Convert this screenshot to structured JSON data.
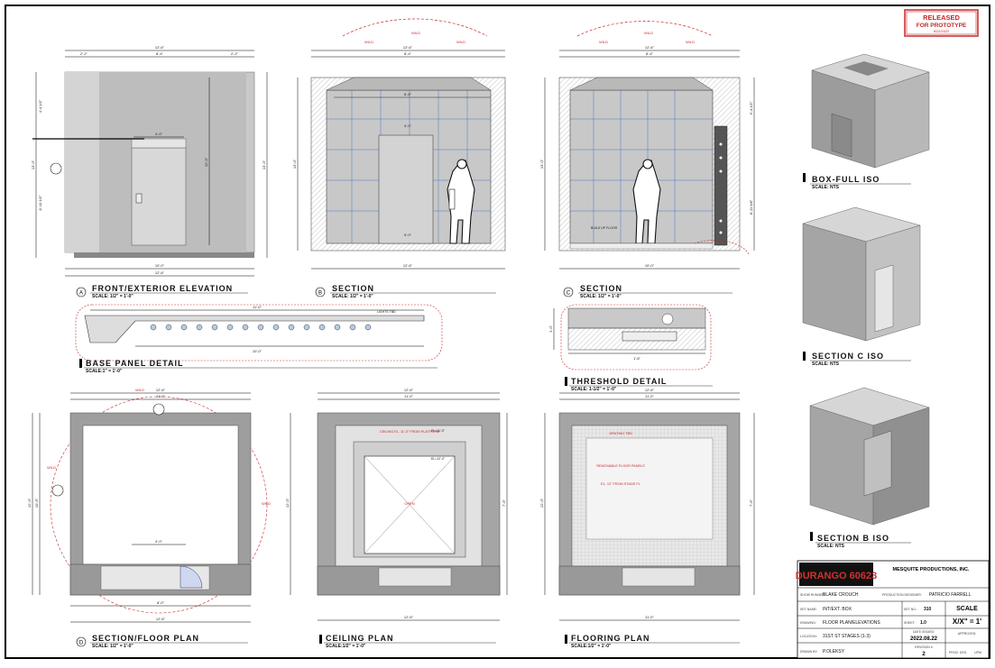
{
  "stamp": {
    "line1": "RELEASED",
    "line2": "FOR PROTOTYPE",
    "date": "8/22/2022"
  },
  "views": {
    "a": {
      "letter": "A",
      "title": "FRONT/EXTERIOR ELEVATION",
      "scale": "SCALE:  1/2\" = 1'-0\""
    },
    "b": {
      "letter": "B",
      "title": "SECTION",
      "scale": "SCALE:  1/2\" = 1'-0\""
    },
    "c": {
      "letter": "C",
      "title": "SECTION",
      "scale": "SCALE:  1/2\" = 1'-0\""
    },
    "base": {
      "title": "BASE PANEL DETAIL",
      "scale": "SCALE:1\" = 1'-0\""
    },
    "threshold": {
      "title": "THRESHOLD DETAIL",
      "scale": "SCALE:  1-1/2\" = 1'-0\""
    },
    "d": {
      "letter": "D",
      "title": "SECTION/FLOOR PLAN",
      "scale": "SCALE:  1/2\" = 1'-0\""
    },
    "ceiling": {
      "title": "CEILING PLAN",
      "scale": "SCALE:1/2\" = 1'-0\""
    },
    "flooring": {
      "title": "FLOORING PLAN",
      "scale": "SCALE:1/2\" = 1'-0\""
    },
    "iso_full": {
      "title": "BOX-FULL ISO",
      "scale": "SCALE:  NTS"
    },
    "iso_c": {
      "title": "SECTION C ISO",
      "scale": "SCALE:  NTS"
    },
    "iso_b": {
      "title": "SECTION B ISO",
      "scale": "SCALE:  NTS"
    }
  },
  "dims": {
    "w12_6": "12'-6\"",
    "w8_4": "8'-4\"",
    "w2_2": "2'-2\"",
    "w7_4": "7'-4\"",
    "w11_0": "11'-0\"",
    "w10_0": "10'-0\"",
    "w4_0": "4'-0\"",
    "w3_6": "3'-6\"",
    "w2_0": "2'-0\"",
    "w1_6": "1'-6\"",
    "w6_6": "6'-6\"",
    "w8_0": "8'-0\"",
    "w1_0": "1'-0\"",
    "w9_0": "9'-0\"",
    "h13_0": "13'-0\"",
    "h12_0": "12'-0\"",
    "h10_6": "10'-6\"",
    "h7_6": "7'-6\"",
    "h4_4": "4'-4 1/2\"",
    "h8_10": "8'-10 1/2\"",
    "h6_4": "6'-4 1/2\"",
    "h8_11": "8'-11 5/8\"",
    "h2_0": "2'-0\"",
    "h2_4": "2'-4\"",
    "h1_0": "1'-0\"",
    "h5_0": "5'-0\"",
    "wild": "WILD"
  },
  "notes": {
    "build_floor": "BUILD UP FLOOR",
    "lights_tbd": "LIGHTS TBD",
    "ceiling": "CEILING EL. 11'-0\" FROM PLATFORM",
    "open": "OPEN",
    "el1": "EL=11'-0\"",
    "el2": "EL=12'-0\"",
    "grating": "GRATING TBD",
    "removable": "REMOVABLE FLOOR PANELS",
    "el_stage": "EL. 12\" FROM STAGE FL"
  },
  "title_block": {
    "show": "DURANGO 60623",
    "company": "MESQUITE PRODUCTIONS, INC.",
    "showrunner_label": "SHOW RUNNER:",
    "showrunner": "BLAKE CROUCH",
    "designer_label": "PRODUCTION DESIGNER:",
    "designer": "PATRICIO FARRELL",
    "set_label": "SET NAME:",
    "set_name": "INT/EXT. BOX",
    "setno_label": "SET NO.:",
    "set_no": "310",
    "drawing_label": "DRAWING:",
    "drawing": "FLOOR PLAN/ELEVATIONS",
    "sheet_label": "SHEET:",
    "sheet": "1.0",
    "scale_label": "SCALE",
    "scale": "X/X\" = 1'",
    "location_label": "LOCATION:",
    "location": "31ST ST STAGES (1-3)",
    "date_label": "DATE ISSUED:",
    "date": "2022.08.22",
    "approved_label": "APPROVED:",
    "drawn_label": "DRAWN BY:",
    "drawn_by": "P.OLEKSY",
    "rev_label": "REVISION #",
    "revision": "2",
    "prod_label": "PROD. DES.",
    "upm": "UPM"
  }
}
